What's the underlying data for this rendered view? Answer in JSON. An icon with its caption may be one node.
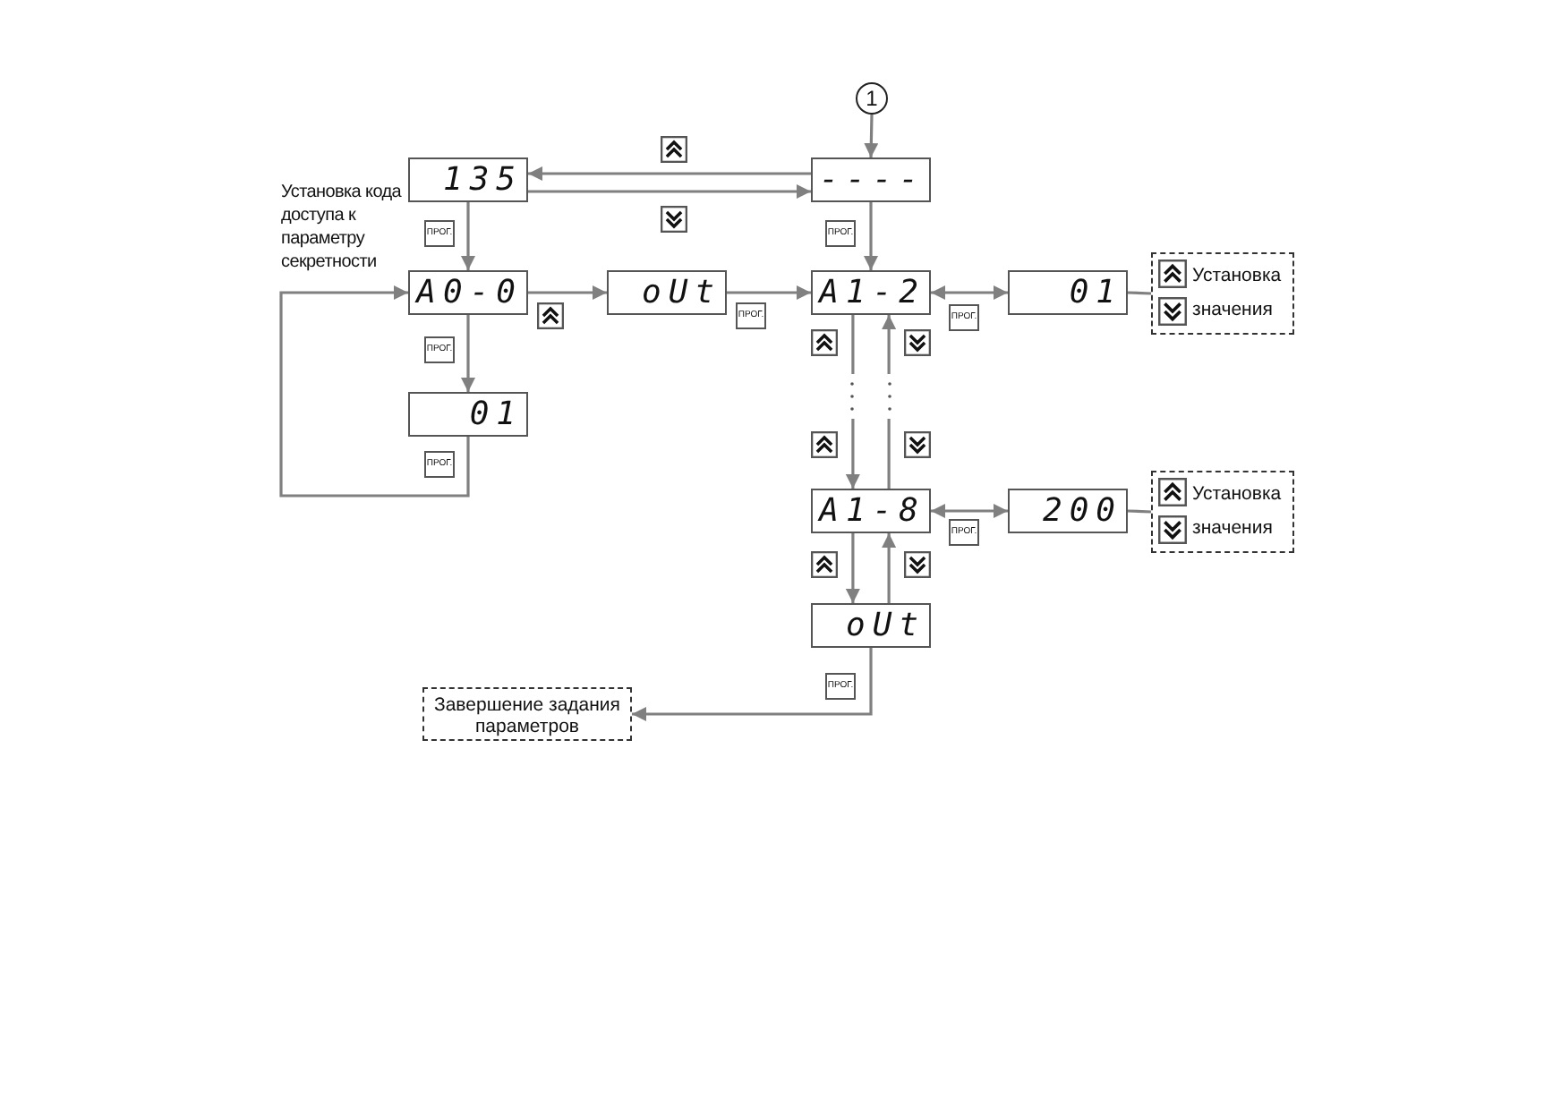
{
  "diagram": {
    "nodes": [
      {
        "text": [
          "1"
        ]
      },
      {
        "text": [
          "135"
        ]
      },
      {
        "text": [
          "----"
        ]
      },
      {
        "text": [
          "A0-0"
        ]
      },
      {
        "text": [
          "oUt"
        ]
      },
      {
        "text": [
          "A1-2"
        ]
      },
      {
        "text": [
          "01"
        ]
      },
      {
        "text": [
          "Установка значения"
        ]
      },
      {
        "text": [
          "01"
        ]
      },
      {
        "text": [
          "A1-8"
        ]
      },
      {
        "text": [
          "200"
        ]
      },
      {
        "text": [
          "Установка значения"
        ]
      },
      {
        "text": [
          "oUt"
        ]
      },
      {
        "text": [
          "Завершение задания параметров"
        ]
      }
    ],
    "edges": [
      {
        "from": 0,
        "to": 2,
        "arrow": "to"
      },
      {
        "from": 2,
        "to": 1,
        "arrow": "to"
      },
      {
        "from": 1,
        "to": 2,
        "arrow": "to"
      },
      {
        "from": 2,
        "to": 5,
        "arrow": "to",
        "label": "ПРОГ."
      },
      {
        "from": 1,
        "to": 3,
        "arrow": "to",
        "label": "ПРОГ."
      },
      {
        "from": 3,
        "to": 4,
        "arrow": "to"
      },
      {
        "from": 4,
        "to": 5,
        "arrow": "to",
        "label": "ПРОГ."
      },
      {
        "from": 5,
        "to": 6,
        "arrow": "both",
        "label": "ПРОГ."
      },
      {
        "from": 6,
        "to": 7,
        "arrow": "none"
      },
      {
        "from": 3,
        "to": 8,
        "arrow": "to",
        "label": "ПРОГ."
      },
      {
        "from": 8,
        "to": 3,
        "arrow": "to",
        "label": "ПРОГ."
      },
      {
        "from": 5,
        "to": 9,
        "arrow": "to"
      },
      {
        "from": 9,
        "to": 5,
        "arrow": "to"
      },
      {
        "from": 9,
        "to": 10,
        "arrow": "both",
        "label": "ПРОГ."
      },
      {
        "from": 10,
        "to": 11,
        "arrow": "none"
      },
      {
        "from": 9,
        "to": 12,
        "arrow": "to"
      },
      {
        "from": 12,
        "to": 9,
        "arrow": "to"
      },
      {
        "from": 12,
        "to": 13,
        "arrow": "to",
        "label": "ПРОГ."
      }
    ],
    "labels": [
      "Установка кода доступа к параметру секретности"
    ]
  }
}
